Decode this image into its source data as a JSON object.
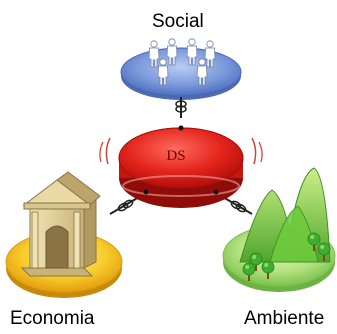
{
  "diagram": {
    "center": {
      "label": "DS",
      "color": "#e3231b"
    },
    "nodes": [
      {
        "id": "social",
        "label": "Social",
        "color": "#6f8fd4"
      },
      {
        "id": "economia",
        "label": "Economia",
        "color": "#f3c21b"
      },
      {
        "id": "ambiente",
        "label": "Ambiente",
        "color": "#a9dd7e"
      }
    ],
    "icons": {
      "social": "people-group-icon",
      "economia": "classical-building-icon",
      "ambiente": "green-hills-trees-icon",
      "connector": "spring-connector-icon"
    }
  }
}
